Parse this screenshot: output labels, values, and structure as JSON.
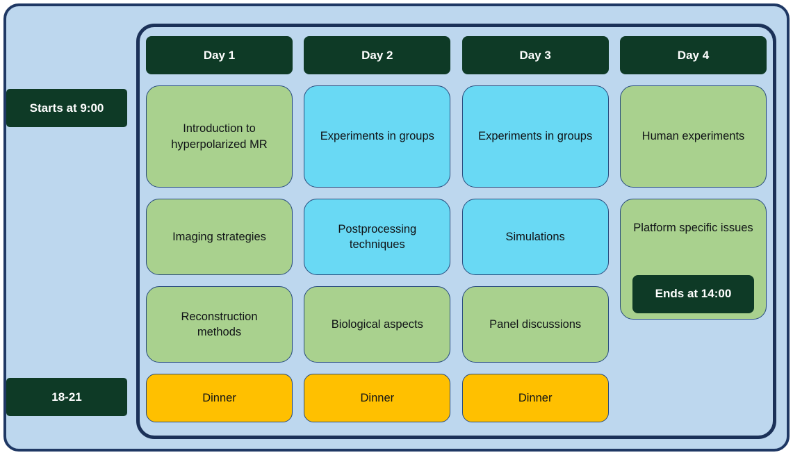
{
  "schedule": {
    "start_label": "Starts at 9:00",
    "evening_label": "18-21",
    "days": [
      {
        "header": "Day 1",
        "sessions": [
          {
            "text": "Introduction to hyperpolarized MR",
            "type": "green"
          },
          {
            "text": "Imaging strategies",
            "type": "green"
          },
          {
            "text": "Reconstruction methods",
            "type": "green"
          },
          {
            "text": "Dinner",
            "type": "orange"
          }
        ]
      },
      {
        "header": "Day 2",
        "sessions": [
          {
            "text": "Experiments in groups",
            "type": "blue"
          },
          {
            "text": "Postprocessing techniques",
            "type": "blue"
          },
          {
            "text": "Biological aspects",
            "type": "green"
          },
          {
            "text": "Dinner",
            "type": "orange"
          }
        ]
      },
      {
        "header": "Day 3",
        "sessions": [
          {
            "text": "Experiments in groups",
            "type": "blue"
          },
          {
            "text": "Simulations",
            "type": "blue"
          },
          {
            "text": "Panel discussions",
            "type": "green"
          },
          {
            "text": "Dinner",
            "type": "orange"
          }
        ]
      },
      {
        "header": "Day 4",
        "sessions": [
          {
            "text": "Human experiments",
            "type": "green"
          },
          {
            "text": "Platform specific issues",
            "type": "green",
            "badge": "Ends at 14:00"
          }
        ]
      }
    ],
    "colors": {
      "page_background": "#bdd7ee",
      "frame_border": "#1f3864",
      "header_green": "#0e3a26",
      "session_green": "#a9d18e",
      "session_blue": "#69d9f4",
      "dinner_orange": "#ffc000",
      "header_text": "#ffffff",
      "cell_text": "#101316"
    }
  }
}
